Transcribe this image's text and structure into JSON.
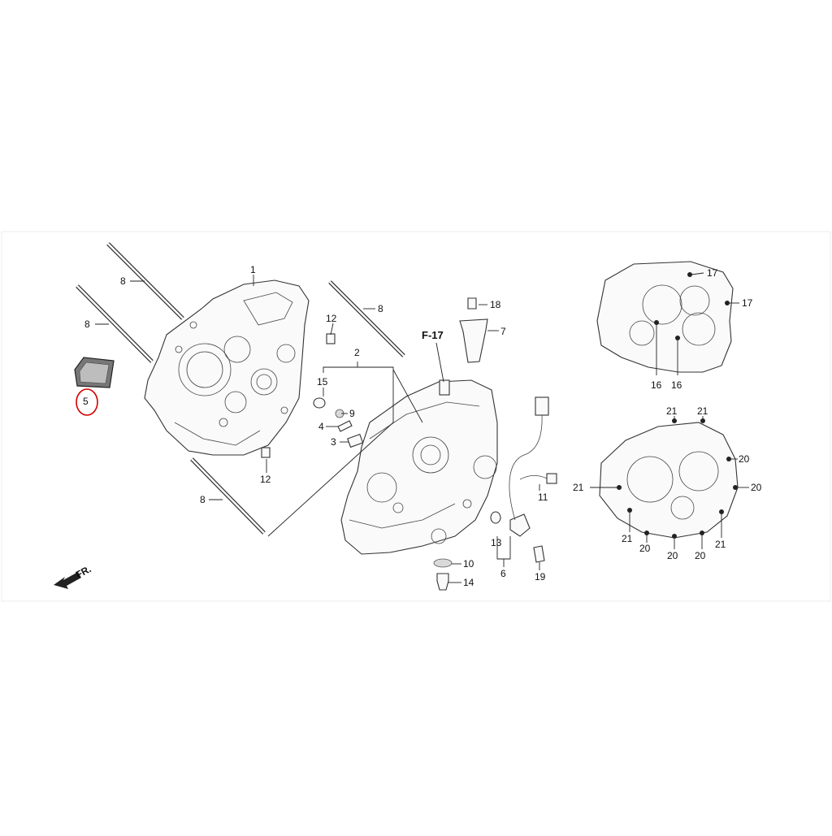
{
  "diagram": {
    "reference_label": "F-17",
    "front_indicator": "FR.",
    "highlight_color": "#d40000",
    "callouts": {
      "c1": "1",
      "c2": "2",
      "c3": "3",
      "c4": "4",
      "c5": "5",
      "c6": "6",
      "c7": "7",
      "c8a": "8",
      "c8b": "8",
      "c8c": "8",
      "c8d": "8",
      "c9": "9",
      "c10": "10",
      "c11": "11",
      "c12a": "12",
      "c12b": "12",
      "c13": "13",
      "c14": "14",
      "c15": "15",
      "c16a": "16",
      "c16b": "16",
      "c17a": "17",
      "c17b": "17",
      "c18": "18",
      "c19": "19",
      "c20a": "20",
      "c20b": "20",
      "c20c": "20",
      "c20d": "20",
      "c20e": "20",
      "c21a": "21",
      "c21b": "21",
      "c21c": "21",
      "c21d": "21",
      "c21e": "21"
    }
  }
}
